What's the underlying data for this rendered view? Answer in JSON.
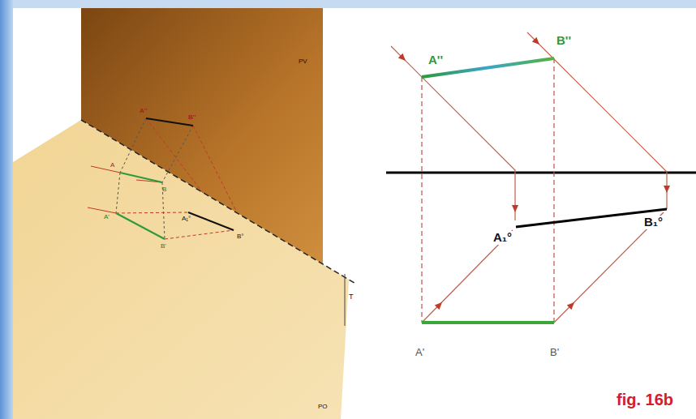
{
  "diagram": {
    "caption": "fig. 16b",
    "labels": [
      "A''",
      "B''",
      "A₁°",
      "B₁°",
      "A'",
      "B'",
      "PV",
      "A''",
      "B''",
      "A",
      "B",
      "A'",
      "B'",
      "A₁°",
      "B°",
      "PO",
      "T"
    ]
  }
}
